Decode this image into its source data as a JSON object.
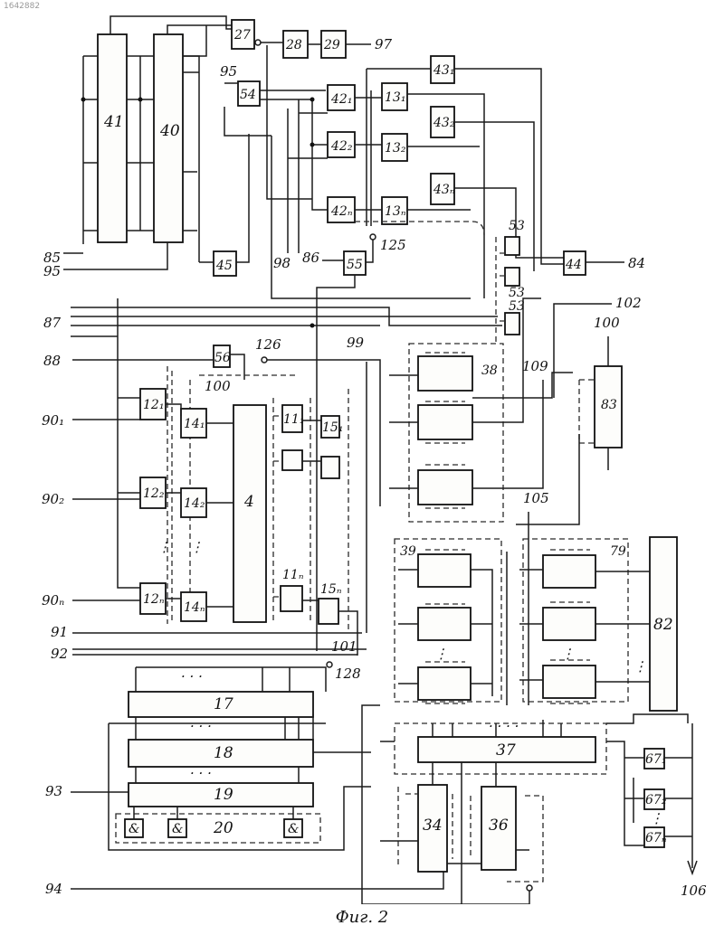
{
  "stamp": "1642882",
  "caption": "Фиг. 2",
  "blocks": {
    "b41": "41",
    "b40": "40",
    "b27": "27",
    "b28": "28",
    "b29": "29",
    "b54": "54",
    "b45": "45",
    "b44": "44",
    "b42_1": "42₁",
    "b42_2": "42₂",
    "b42_n": "42ₙ",
    "b13_1": "13₁",
    "b13_2": "13₂",
    "b13_n": "13ₙ",
    "b43_1": "43₁",
    "b43_2": "43₂",
    "b43_n": "43ₙ",
    "b53": "53",
    "b55": "55",
    "b56": "56",
    "b12_1": "12₁",
    "b12_2": "12₂",
    "b12_n": "12ₙ",
    "b14_1": "14₁",
    "b14_2": "14₂",
    "b14_n": "14ₙ",
    "b4": "4",
    "b11_1": "11₁",
    "b11_n": "11ₙ",
    "b15_1": "15₁",
    "b15_n": "15ₙ",
    "b38": "38",
    "b39": "39",
    "b79": "79",
    "b82": "82",
    "b83": "83",
    "b17": "17",
    "b18": "18",
    "b19": "19",
    "b20": "20",
    "b37": "37",
    "b34": "34",
    "b36": "36",
    "b67_1": "67₁",
    "b67_2": "67₂",
    "b67_n": "67ₙ",
    "and_sign": "&"
  },
  "terminals": {
    "t85": "85",
    "t95a": "95",
    "t95b": "95",
    "t87": "87",
    "t88": "88",
    "t90_1": "90₁",
    "t90_2": "90₂",
    "t90_n": "90ₙ",
    "t91": "91",
    "t92": "92",
    "t93": "93",
    "t94": "94",
    "t97": "97",
    "t98": "98",
    "t86": "86",
    "t84": "84",
    "t102": "102",
    "t100a": "100",
    "t100b": "100",
    "t109": "109",
    "t105": "105",
    "t99": "99",
    "t125": "125",
    "t126": "126",
    "t128": "128",
    "t101": "101",
    "t106": "106"
  }
}
